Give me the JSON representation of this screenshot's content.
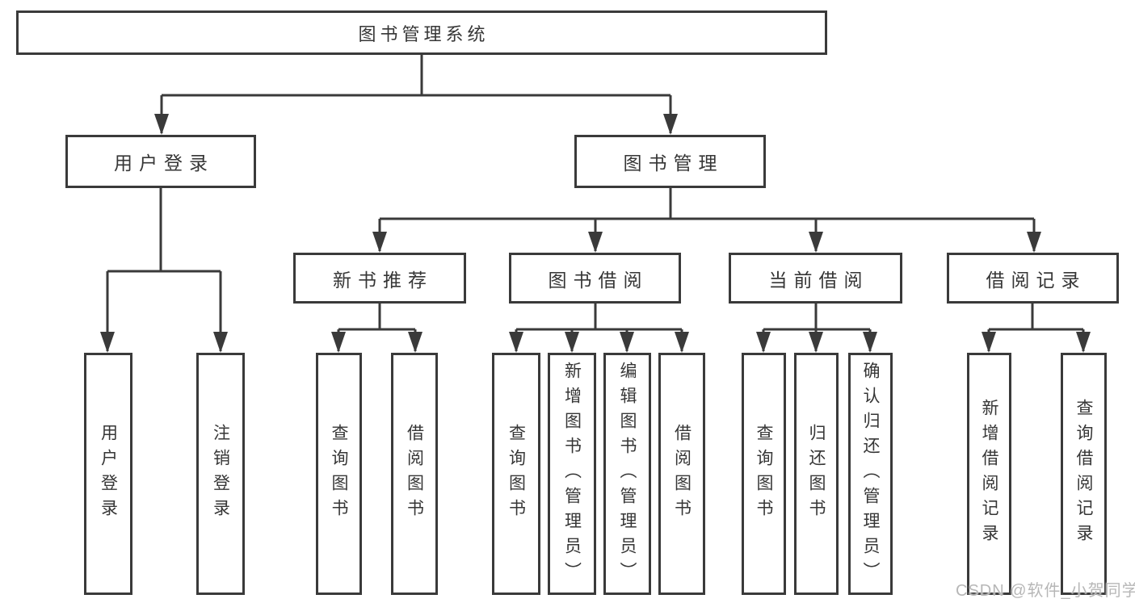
{
  "diagram": {
    "type": "hierarchy-tree",
    "root": {
      "label": "图书管理系统",
      "children": [
        {
          "label": "用户登录",
          "children": [
            {
              "label": "用户登录"
            },
            {
              "label": "注销登录"
            }
          ]
        },
        {
          "label": "图书管理",
          "children": [
            {
              "label": "新书推荐",
              "children": [
                {
                  "label": "查询图书"
                },
                {
                  "label": "借阅图书"
                }
              ]
            },
            {
              "label": "图书借阅",
              "children": [
                {
                  "label": "查询图书"
                },
                {
                  "label": "新增图书（管理员）"
                },
                {
                  "label": "编辑图书（管理员）"
                },
                {
                  "label": "借阅图书"
                }
              ]
            },
            {
              "label": "当前借阅",
              "children": [
                {
                  "label": "查询图书"
                },
                {
                  "label": "归还图书"
                },
                {
                  "label": "确认归还（管理员）"
                }
              ]
            },
            {
              "label": "借阅记录",
              "children": [
                {
                  "label": "新增借阅记录"
                },
                {
                  "label": "查询借阅记录"
                }
              ]
            }
          ]
        }
      ]
    }
  },
  "watermark": {
    "text": "CSDN @软件_小贺同学"
  },
  "colors": {
    "line": "#3a3a3a",
    "box_border": "#3a3a3a",
    "text": "#363636",
    "watermark": "#b7b7b7",
    "background": "#ffffff"
  }
}
